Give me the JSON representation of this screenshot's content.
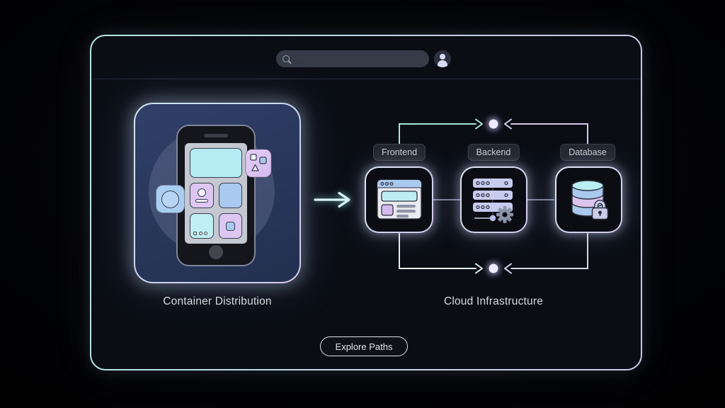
{
  "window": {
    "header": {
      "search_value": "",
      "search_placeholder": ""
    },
    "footer": {
      "explore_label": "Explore Paths"
    }
  },
  "left_panel": {
    "caption": "Container Distribution"
  },
  "right_panel": {
    "caption": "Cloud Infrastructure",
    "labels": [
      {
        "label": "Frontend"
      },
      {
        "label": "Backend"
      },
      {
        "label": "Database"
      }
    ]
  },
  "icons": {
    "search": "magnifier-icon",
    "avatar": "user-icon",
    "arrow": "right-arrow-icon",
    "phone": "smartphone-app-grid-icon",
    "frontend": "browser-window-icon",
    "backend": "server-stack-gear-icon",
    "database": "database-lock-icon"
  },
  "colors": {
    "frame_border_start": "#b2e5de",
    "frame_border_end": "#cdc4e6",
    "accent_cyan": "#b9edf4",
    "accent_pink": "#dcc6f1",
    "accent_blue": "#a9c9ee",
    "accent_lavender": "#c7cbee",
    "glow": "#dfe8ff"
  }
}
